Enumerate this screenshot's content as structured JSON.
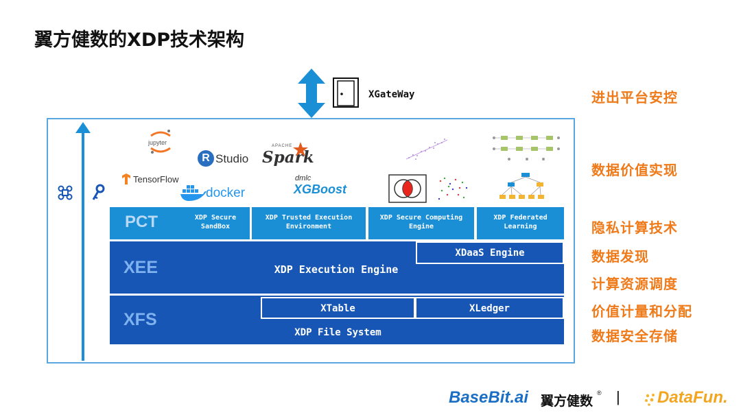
{
  "title": "翼方健数的XDP技术架构",
  "gateway": {
    "label": "XGateWay"
  },
  "tools": {
    "jupyter": "jupyter",
    "rstudio": "Studio",
    "rstudio_r": "R",
    "spark_small": "APACHE",
    "spark": "Spark",
    "tensorflow": "TensorFlow",
    "docker": "docker",
    "xgboost_top": "dmlc",
    "xgboost": "XGBoost"
  },
  "pct": {
    "label": "PCT",
    "cells": [
      {
        "line1": "XDP Secure",
        "line2": "SandBox"
      },
      {
        "line1": "XDP Trusted Execution",
        "line2": "Environment"
      },
      {
        "line1": "XDP Secure Computing",
        "line2": "Engine"
      },
      {
        "line1": "XDP Federated",
        "line2": "Learning"
      }
    ]
  },
  "xee": {
    "label": "XEE",
    "main": "XDP Execution Engine",
    "sub": "XDaaS Engine"
  },
  "xfs": {
    "label": "XFS",
    "table": "XTable",
    "ledger": "XLedger",
    "main": "XDP File System"
  },
  "side_labels": [
    "进出平台安控",
    "数据价值实现",
    "隐私计算技术",
    "数据发现",
    "计算资源调度",
    "价值计量和分配",
    "数据安全存储"
  ],
  "footer": {
    "basebit": "BaseBit.ai",
    "company": "翼方健数",
    "reg": "®",
    "separator": "|",
    "datafun": "DataFun."
  },
  "colors": {
    "dark_block": "#1756b5",
    "light_block": "#1a8fd6",
    "accent": "#ee7a1a",
    "frame": "#5aa6df"
  }
}
